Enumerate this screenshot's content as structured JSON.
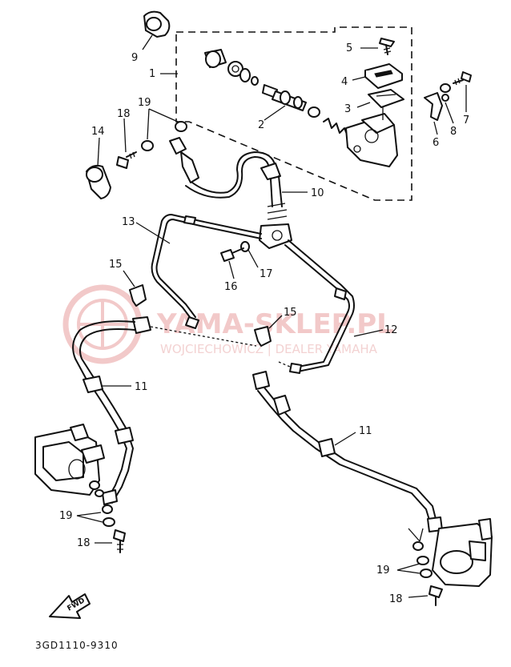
{
  "watermark": {
    "brand": "YAMA-SKLEP.PL",
    "subtitle": "WOJCIECHOWICZ | DEALER YAMAHA"
  },
  "diagram_code": "3GD1110-9310",
  "fwd_label": "FWD",
  "callouts": {
    "c1": "1",
    "c2": "2",
    "c3": "3",
    "c4": "4",
    "c5": "5",
    "c6": "6",
    "c7": "7",
    "c8": "8",
    "c9": "9",
    "c10": "10",
    "c11a": "11",
    "c11b": "11",
    "c12": "12",
    "c13": "13",
    "c14": "14",
    "c15a": "15",
    "c15b": "15",
    "c16": "16",
    "c17": "17",
    "c18a": "18",
    "c18b": "18",
    "c18c": "18",
    "c19a": "19",
    "c19b": "19",
    "c19c": "19"
  },
  "colors": {
    "line": "#111111",
    "watermark": "#f2c9c9"
  }
}
